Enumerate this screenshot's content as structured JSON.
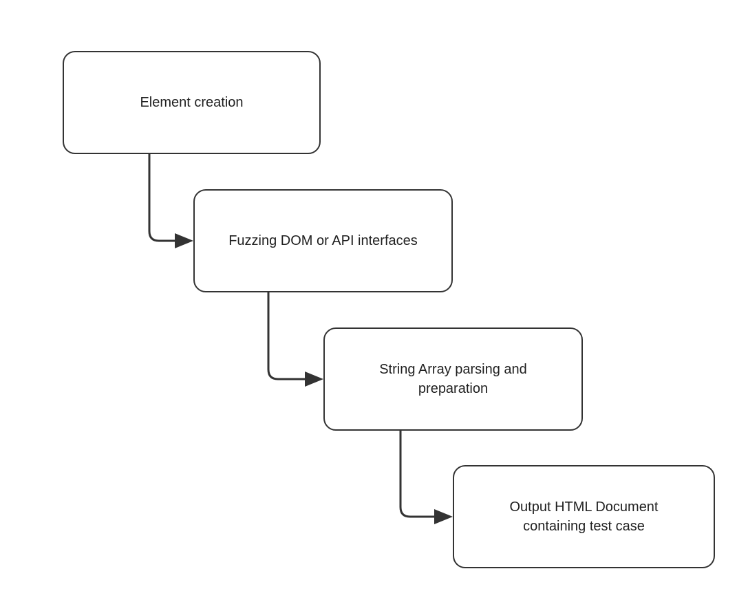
{
  "diagram": {
    "type": "flowchart",
    "nodes": [
      {
        "id": "element-creation",
        "label": "Element creation"
      },
      {
        "id": "fuzzing-dom-api",
        "label": "Fuzzing DOM or API interfaces"
      },
      {
        "id": "string-array-parsing",
        "label": "String Array parsing and\npreparation"
      },
      {
        "id": "output-html-document",
        "label": "Output HTML Document\ncontaining test case"
      }
    ],
    "edges": [
      {
        "from": "element-creation",
        "to": "fuzzing-dom-api",
        "style": "elbow-arrow"
      },
      {
        "from": "fuzzing-dom-api",
        "to": "string-array-parsing",
        "style": "elbow-arrow"
      },
      {
        "from": "string-array-parsing",
        "to": "output-html-document",
        "style": "elbow-arrow"
      }
    ],
    "colors": {
      "node_fill": "#ffffff",
      "node_stroke": "#333333",
      "connector": "#333333",
      "text": "#1f1f1f",
      "background": "#ffffff"
    }
  }
}
